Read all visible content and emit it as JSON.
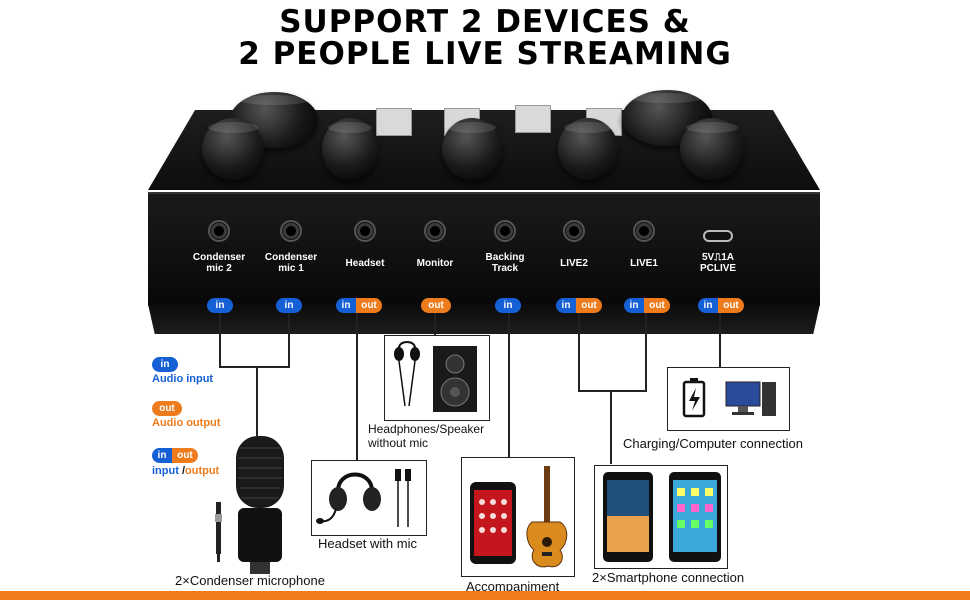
{
  "title": {
    "line1": "SUPPORT 2 DEVICES &",
    "line2": "2 PEOPLE LIVE STREAMING"
  },
  "ports": [
    {
      "label_line1": "Condenser",
      "label_line2": "mic 2",
      "badge": "in"
    },
    {
      "label_line1": "Condenser",
      "label_line2": "mic 1",
      "badge": "in"
    },
    {
      "label_line1": "Headset",
      "label_line2": "",
      "badge": "in|out"
    },
    {
      "label_line1": "Monitor",
      "label_line2": "",
      "badge": "out"
    },
    {
      "label_line1": "Backing",
      "label_line2": "Track",
      "badge": "in"
    },
    {
      "label_line1": "LIVE2",
      "label_line2": "",
      "badge": "in|out"
    },
    {
      "label_line1": "LIVE1",
      "label_line2": "",
      "badge": "in|out"
    },
    {
      "label_line1": "5V⎍1A",
      "label_line2": "PCLIVE",
      "badge": "in|out"
    }
  ],
  "badges": {
    "in": "in",
    "out": "out"
  },
  "legend": {
    "in_text": "Audio input",
    "out_text": "Audio output",
    "inout_text_a": "input",
    "inout_sep": " /",
    "inout_text_b": "output"
  },
  "captions": {
    "headphones_line1": "Headphones/Speaker",
    "headphones_line2": "without mic",
    "charging": "Charging/Computer connection",
    "headset": "Headset with mic",
    "accompaniment": "Accompaniment",
    "smartphone": "2×Smartphone connection",
    "microphone": "2×Condenser microphone"
  },
  "colors": {
    "in": "#1660d6",
    "out": "#ee7b1c",
    "bar": "#ee7b1c"
  },
  "icons": [
    "headphones-icon",
    "speaker-icon",
    "battery-charging-icon",
    "computer-icon",
    "headset-icon",
    "smartphone-icon",
    "guitar-icon",
    "microphone-icon",
    "audio-jack-icon"
  ]
}
